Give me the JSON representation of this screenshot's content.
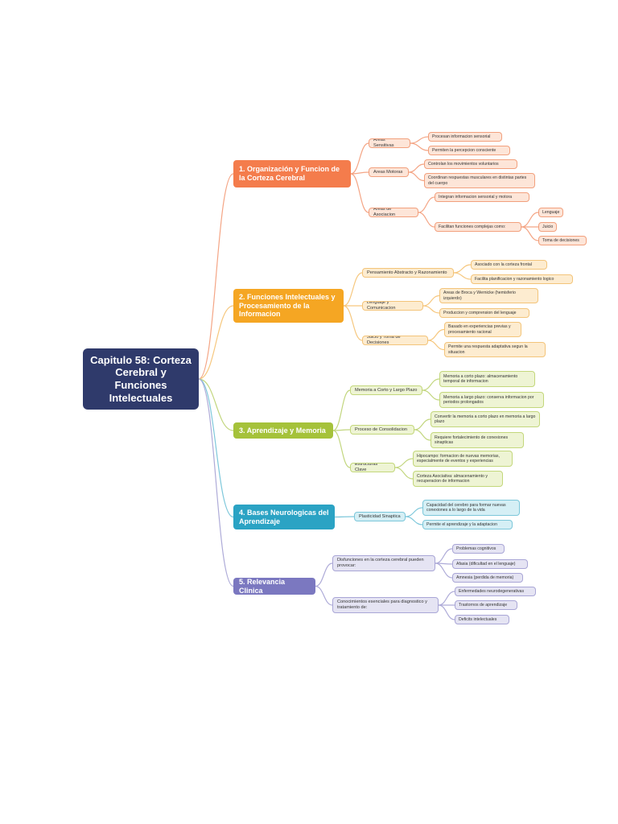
{
  "root": {
    "title": "Capitulo 58: Corteza Cerebral y Funciones Intelectuales",
    "color": "#2f3a6b"
  },
  "branches": [
    {
      "title": "1. Organización y Funcion de la Corteza Cerebral",
      "color": "#f47c4c",
      "fill": "#fde5d8",
      "border": "#f2a07d",
      "line": "#f4a585",
      "children": [
        {
          "label": "Areas Sensitivas",
          "children": [
            "Procesan informacion sensorial",
            "Permiten la percepcion consciente"
          ]
        },
        {
          "label": "Areas Motoras",
          "children": [
            "Controlan los movimientos voluntarios",
            "Coordinan respuestas musculares en distintas partes del cuerpo"
          ]
        },
        {
          "label": "Areas de Asociacion",
          "children": [
            "Integran informacion sensorial y motora",
            {
              "label": "Facilitan funciones complejas como:",
              "children": [
                "Lenguaje",
                "Juicio",
                "Toma de decisiones"
              ]
            }
          ]
        }
      ]
    },
    {
      "title": "2. Funciones Intelectuales y Procesamiento de la Informacion",
      "color": "#f5a623",
      "fill": "#fdecd0",
      "border": "#f3c47a",
      "line": "#f6c77e",
      "children": [
        {
          "label": "Pensamiento Abstracto y Razonamiento",
          "children": [
            "Asociado con la corteza frontal",
            "Facilita planificacion y razonamiento logico"
          ]
        },
        {
          "label": "Lenguaje y Comunicacion",
          "children": [
            "Areas de Broca y Wernicke (hemisferio izquierdo)",
            "Produccion y comprension del lenguaje"
          ]
        },
        {
          "label": "Juicio y Toma de Decisiones",
          "children": [
            "Basado en experiencias previas y procesamiento racional",
            "Permite una respuesta adaptativa segun la situacion"
          ]
        }
      ]
    },
    {
      "title": "3. Aprendizaje y Memoria",
      "color": "#a5c23a",
      "fill": "#eef4d4",
      "border": "#c3d77b",
      "line": "#c2d67e",
      "children": [
        {
          "label": "Memoria a Corto y Largo Plazo",
          "children": [
            "Memoria a corto plazo: almacenamiento temporal de informacion",
            "Memoria a largo plazo: conserva informacion por periodos prolongados"
          ]
        },
        {
          "label": "Proceso de Consolidacion",
          "children": [
            "Convertir la memoria a corto plazo en memoria a largo plazo",
            "Requiere fortalecimiento de conexiones sinapticas"
          ]
        },
        {
          "label": "Estructuras Clave",
          "children": [
            "Hipocampo: formacion de nuevas memorias, especialmente de eventos y experiencias",
            "Corteza Asociativa: almacenamiento y recuperacion de informacion"
          ]
        }
      ]
    },
    {
      "title": "4. Bases Neurologicas del Aprendizaje",
      "color": "#2ba3c4",
      "fill": "#d5eff5",
      "border": "#7cc7da",
      "line": "#7fc8db",
      "children": [
        {
          "label": "Plasticidad Sinaptica",
          "children": [
            "Capacidad del cerebro para formar nuevas conexiones a lo largo de la vida",
            "Permite el aprendizaje y la adaptacion"
          ]
        }
      ]
    },
    {
      "title": "5. Relevancia Clinica",
      "color": "#7b78c0",
      "fill": "#e5e4f3",
      "border": "#a9a6d6",
      "line": "#aeabd8",
      "children": [
        {
          "label": "Disfunciones en la corteza cerebral pueden provocar:",
          "children": [
            "Problemas cognitivos",
            "Afasia (dificultad en el lenguaje)",
            "Amnesia (perdida de memoria)"
          ]
        },
        {
          "label": "Conocimientos esenciales para diagnostico y tratamiento de:",
          "children": [
            "Enfermedades neurodegenerativas",
            "Trastornos de aprendizaje",
            "Deficits intelectuales"
          ]
        }
      ]
    }
  ]
}
